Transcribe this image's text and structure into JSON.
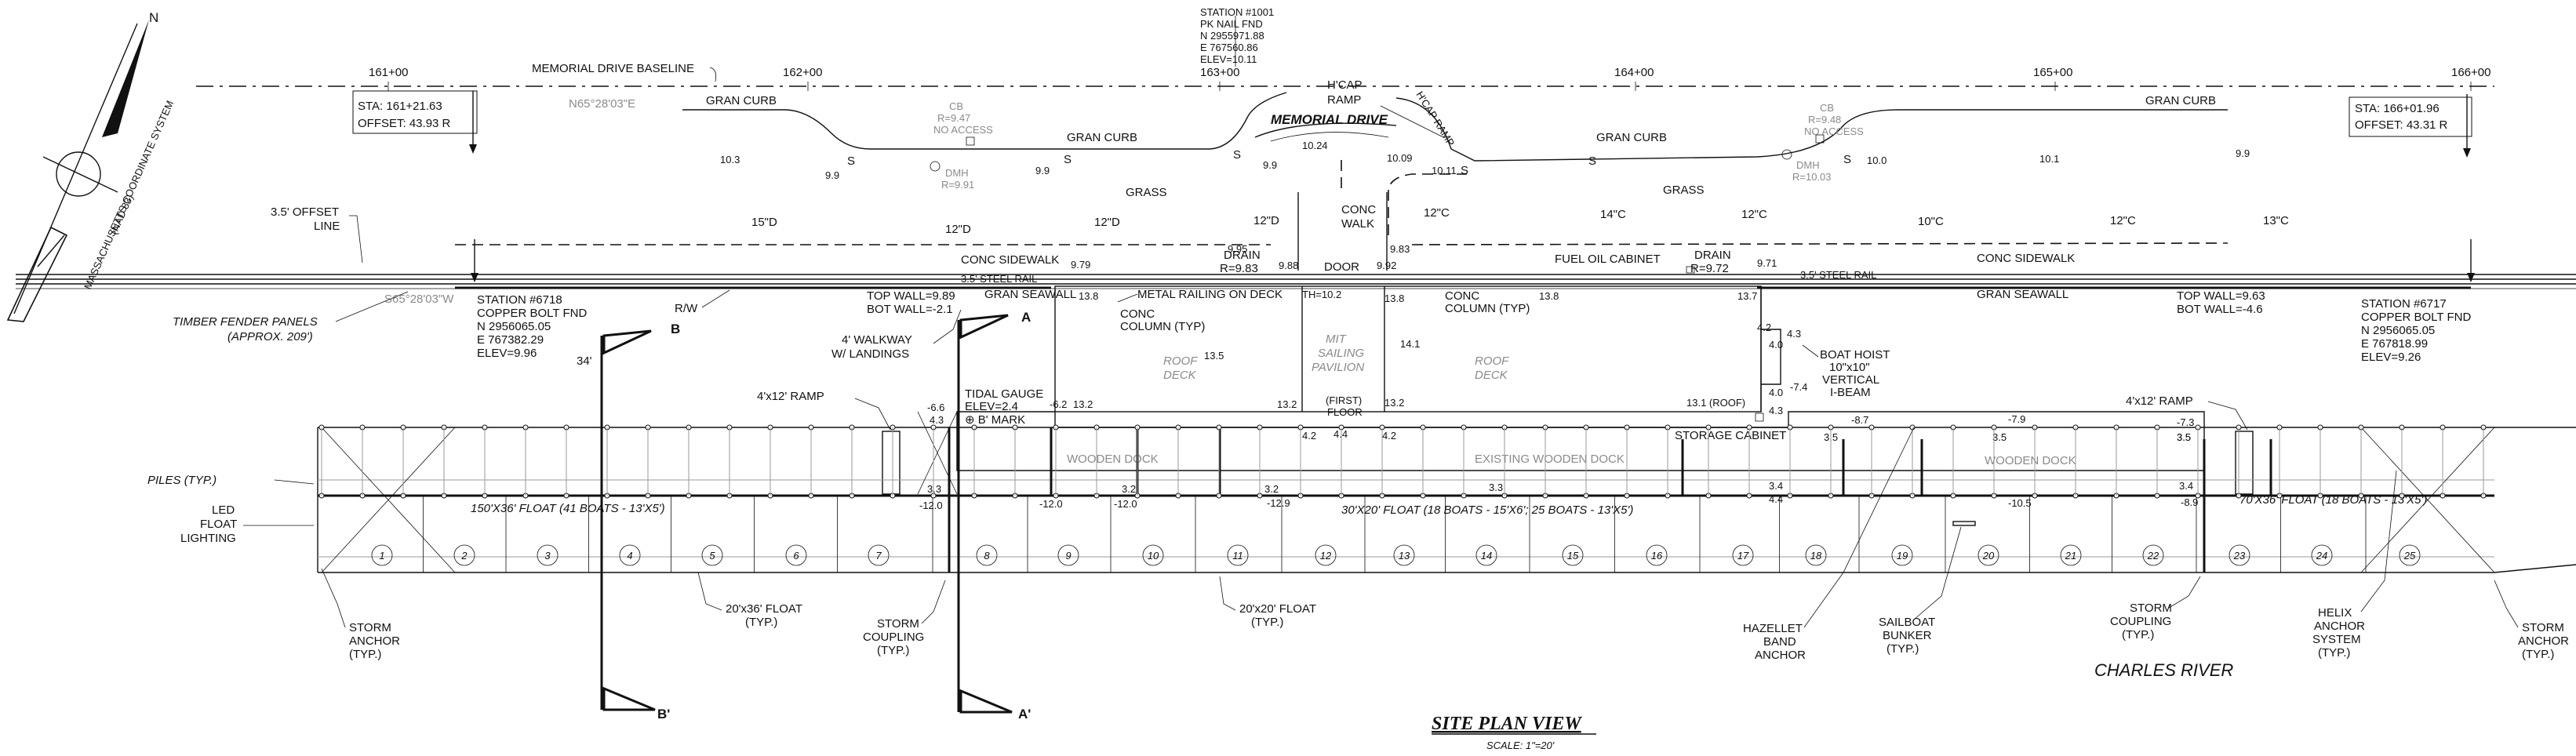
{
  "north_label": "N",
  "coordinate_system": "MASSACHUSETTS COORDINATE SYSTEM",
  "datum": "(NAD 83)",
  "baseline": {
    "label": "MEMORIAL DRIVE BASELINE",
    "bearing_top": "N65°28'03\"E",
    "bearing_bottom": "S65°28'03\"W"
  },
  "stations": [
    "161+00",
    "162+00",
    "163+00",
    "164+00",
    "165+00",
    "166+00"
  ],
  "sta_left": {
    "sta": "STA: 161+21.63",
    "offset": "OFFSET: 43.93 R"
  },
  "sta_right": {
    "sta": "STA: 166+01.96",
    "offset": "OFFSET: 43.31 R"
  },
  "station_1001": [
    "STATION #1001",
    "PK NAIL FND",
    "N 2955971.88",
    "E 767560.86",
    "ELEV=10.11"
  ],
  "station_6718": [
    "STATION #6718",
    "COPPER BOLT FND",
    "N 2956065.05",
    "E 767382.29",
    "ELEV=9.96"
  ],
  "station_6717": [
    "STATION #6717",
    "COPPER BOLT FND",
    "N 2956065.05",
    "E 767818.99",
    "ELEV=9.26"
  ],
  "labels": {
    "gran_curb": "GRAN CURB",
    "grass": "GRASS",
    "hcap_ramp_1": "H'CAP",
    "hcap_ramp_2": "RAMP",
    "hcap_ramp_diag": "H'CAP RAMP",
    "memorial_drive": "MEMORIAL DRIVE",
    "offset_line_1": "3.5' OFFSET",
    "offset_line_2": "LINE",
    "conc_sidewalk": "CONC SIDEWALK",
    "conc_walk_1": "CONC",
    "conc_walk_2": "WALK",
    "steel_rail": "3.5' STEEL RAIL",
    "gran_seawall": "GRAN SEAWALL",
    "drain_left": "DRAIN",
    "drain_left_r": "R=9.83",
    "drain_right": "DRAIN",
    "drain_right_r": "R=9.72",
    "door": "DOOR",
    "fuel_oil_cabinet": "FUEL OIL CABINET",
    "metal_railing": "METAL RAILING ON DECK",
    "conc_column_1": "CONC",
    "conc_column_2": "COLUMN (TYP)",
    "timber_fender_1": "TIMBER FENDER PANELS",
    "timber_fender_2": "(APPROX. 209')",
    "rw": "R/W",
    "walkway_1": "4' WALKWAY",
    "walkway_2": "W/ LANDINGS",
    "tidal_gauge_1": "TIDAL GAUGE",
    "tidal_gauge_2": "ELEV=2.4",
    "b_mark": "⊕ B' MARK",
    "top_wall_left": "TOP WALL=9.89",
    "bot_wall_left": "BOT WALL=-2.1",
    "top_wall_right": "TOP WALL=9.63",
    "bot_wall_right": "BOT WALL=-4.6",
    "roof_deck_1": "ROOF",
    "roof_deck_2": "DECK",
    "mit_pavilion_1": "MIT",
    "mit_pavilion_2": "SAILING",
    "mit_pavilion_3": "PAVILION",
    "first_floor_1": "(FIRST)",
    "first_floor_2": "FLOOR",
    "storage_cabinet": "STORAGE CABINET",
    "boat_hoist_1": "BOAT HOIST",
    "boat_hoist_2": "10\"x10\"",
    "boat_hoist_3": "VERTICAL",
    "boat_hoist_4": "I-BEAM",
    "ramp": "4'x12' RAMP",
    "wooden_dock": "WOODEN DOCK",
    "existing_wooden_dock": "EXISTING WOODEN DOCK",
    "piles": "PILES (TYP.)",
    "led_1": "LED",
    "led_2": "FLOAT",
    "led_3": "LIGHTING",
    "float_150": "150'X36' FLOAT (41 BOATS - 13'X5')",
    "float_30": "30'X20' FLOAT (18 BOATS - 15'X6'; 25 BOATS - 13'X5')",
    "float_70": "70'X36' FLOAT (18 BOATS - 13'X5')",
    "storm_anchor_1": "STORM",
    "storm_anchor_2": "ANCHOR",
    "storm_anchor_3": "(TYP.)",
    "float_20x36_1": "20'x36' FLOAT",
    "float_20x36_2": "(TYP.)",
    "storm_coupling_1": "STORM",
    "storm_coupling_2": "COUPLING",
    "storm_coupling_3": "(TYP.)",
    "float_20x20_1": "20'x20' FLOAT",
    "float_20x20_2": "(TYP.)",
    "hazellet_1": "HAZELLET",
    "hazellet_2": "BAND",
    "hazellet_3": "ANCHOR",
    "sailboat_1": "SAILBOAT",
    "sailboat_2": "BUNKER",
    "sailboat_3": "(TYP.)",
    "helix_1": "HELIX",
    "helix_2": "ANCHOR",
    "helix_3": "SYSTEM",
    "helix_4": "(TYP.)",
    "charles_river": "CHARLES RIVER",
    "dmh_left": "DMH",
    "dmh_left_r": "R=9.91",
    "dmh_right": "DMH",
    "dmh_right_r": "R=10.03",
    "cb_left": "CB",
    "cb_left_r": "R=9.47",
    "cb_left_n": "NO ACCESS",
    "cb_right": "CB",
    "cb_right_r": "R=9.48",
    "cb_right_n": "NO ACCESS",
    "dim_34": "34'"
  },
  "trees": [
    "15\"D",
    "12\"D",
    "12\"D",
    "12\"D",
    "12\"C",
    "14\"C",
    "12\"C",
    "10\"C",
    "12\"C",
    "13\"C"
  ],
  "spots": [
    "10.3",
    "9.9",
    "9.9",
    "9.9",
    "10.24",
    "10.09",
    "10.11",
    "10.0",
    "10.1",
    "9.9",
    "9.79",
    "13.8",
    "9.95",
    "9.88",
    "TH=10.2",
    "9.92",
    "13.8",
    "9.83",
    "13.8",
    "9.71",
    "13.7",
    "13.5",
    "14.1",
    "4.4",
    "4.2",
    "4.2",
    "13.2",
    "13.2",
    "13.2",
    "13.1 (ROOF)",
    "4.3",
    "4.3",
    "4.0",
    "4.0",
    "-7.4",
    "-6.6",
    "4.3",
    "-6.2",
    "3.5",
    "3.5",
    "-8.7",
    "-7.9",
    "3.5",
    "-7.3",
    "3.5",
    "3.3",
    "-12.0",
    "-12.0",
    "-12.0",
    "3.2",
    "3.2",
    "-12.9",
    "3.3",
    "3.4",
    "4.4",
    "-10.5",
    "3.4",
    "-8.9",
    "4.2"
  ],
  "slip_numbers": [
    "1",
    "2",
    "3",
    "4",
    "5",
    "6",
    "7",
    "8",
    "9",
    "10",
    "11",
    "12",
    "13",
    "14",
    "15",
    "16",
    "17",
    "18",
    "19",
    "20",
    "21",
    "22",
    "23",
    "24",
    "25"
  ],
  "section_marks": [
    "A",
    "A'",
    "B",
    "B'"
  ],
  "title": "SITE PLAN VIEW",
  "scale": "SCALE: 1\"=20'"
}
